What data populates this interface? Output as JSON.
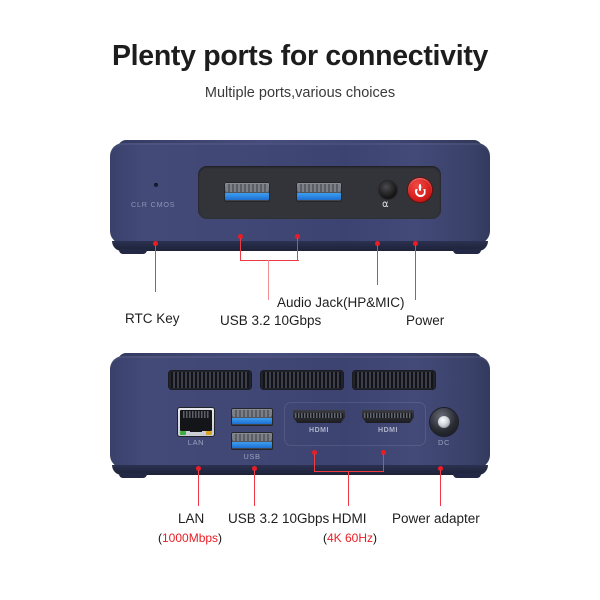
{
  "header": {
    "title": "Plenty ports for connectivity",
    "subtitle": "Multiple ports,various choices"
  },
  "colors": {
    "accent_red": "#ec1c24",
    "leader_red": "#ef3b42",
    "device_navy": "#404774",
    "usb_blue": "#3c9ef0",
    "power_red": "#d9211f"
  },
  "front_device": {
    "silkscreen": {
      "clr_cmos": "CLR CMOS"
    },
    "ports": [
      {
        "name": "usb-port-1",
        "type": "usb-a",
        "color": "blue"
      },
      {
        "name": "usb-port-2",
        "type": "usb-a",
        "color": "blue"
      },
      {
        "name": "audio-jack",
        "type": "3.5mm",
        "icon": "headphone-icon"
      },
      {
        "name": "power-button",
        "type": "button",
        "icon": "power-icon"
      }
    ],
    "callouts": [
      {
        "label": "RTC Key",
        "sub": "",
        "sub_red": ""
      },
      {
        "label": "USB 3.2 10Gbps",
        "sub": "",
        "sub_red": ""
      },
      {
        "label": "Audio Jack(HP&MIC)",
        "sub": "",
        "sub_red": ""
      },
      {
        "label": "Power",
        "sub": "",
        "sub_red": ""
      }
    ]
  },
  "rear_device": {
    "silkscreen": {
      "lan": "LAN",
      "usb": "USB",
      "hdmi_1": "HDMI",
      "hdmi_2": "HDMI",
      "dc": "DC"
    },
    "vents": 3,
    "ports": [
      {
        "name": "lan-port",
        "type": "rj45"
      },
      {
        "name": "usb-port-3",
        "type": "usb-a",
        "color": "blue"
      },
      {
        "name": "usb-port-4",
        "type": "usb-a",
        "color": "blue"
      },
      {
        "name": "hdmi-port-1",
        "type": "hdmi"
      },
      {
        "name": "hdmi-port-2",
        "type": "hdmi"
      },
      {
        "name": "dc-jack",
        "type": "barrel"
      }
    ],
    "callouts": [
      {
        "label": "LAN",
        "sub_prefix": "(",
        "sub_red": "1000Mbps",
        "sub_suffix": ")"
      },
      {
        "label": "USB 3.2 10Gbps",
        "sub_prefix": "",
        "sub_red": "",
        "sub_suffix": ""
      },
      {
        "label": "HDMI",
        "sub_prefix": "(",
        "sub_red": "4K 60Hz",
        "sub_suffix": ")"
      },
      {
        "label": "Power adapter",
        "sub_prefix": "",
        "sub_red": "",
        "sub_suffix": ""
      }
    ]
  }
}
